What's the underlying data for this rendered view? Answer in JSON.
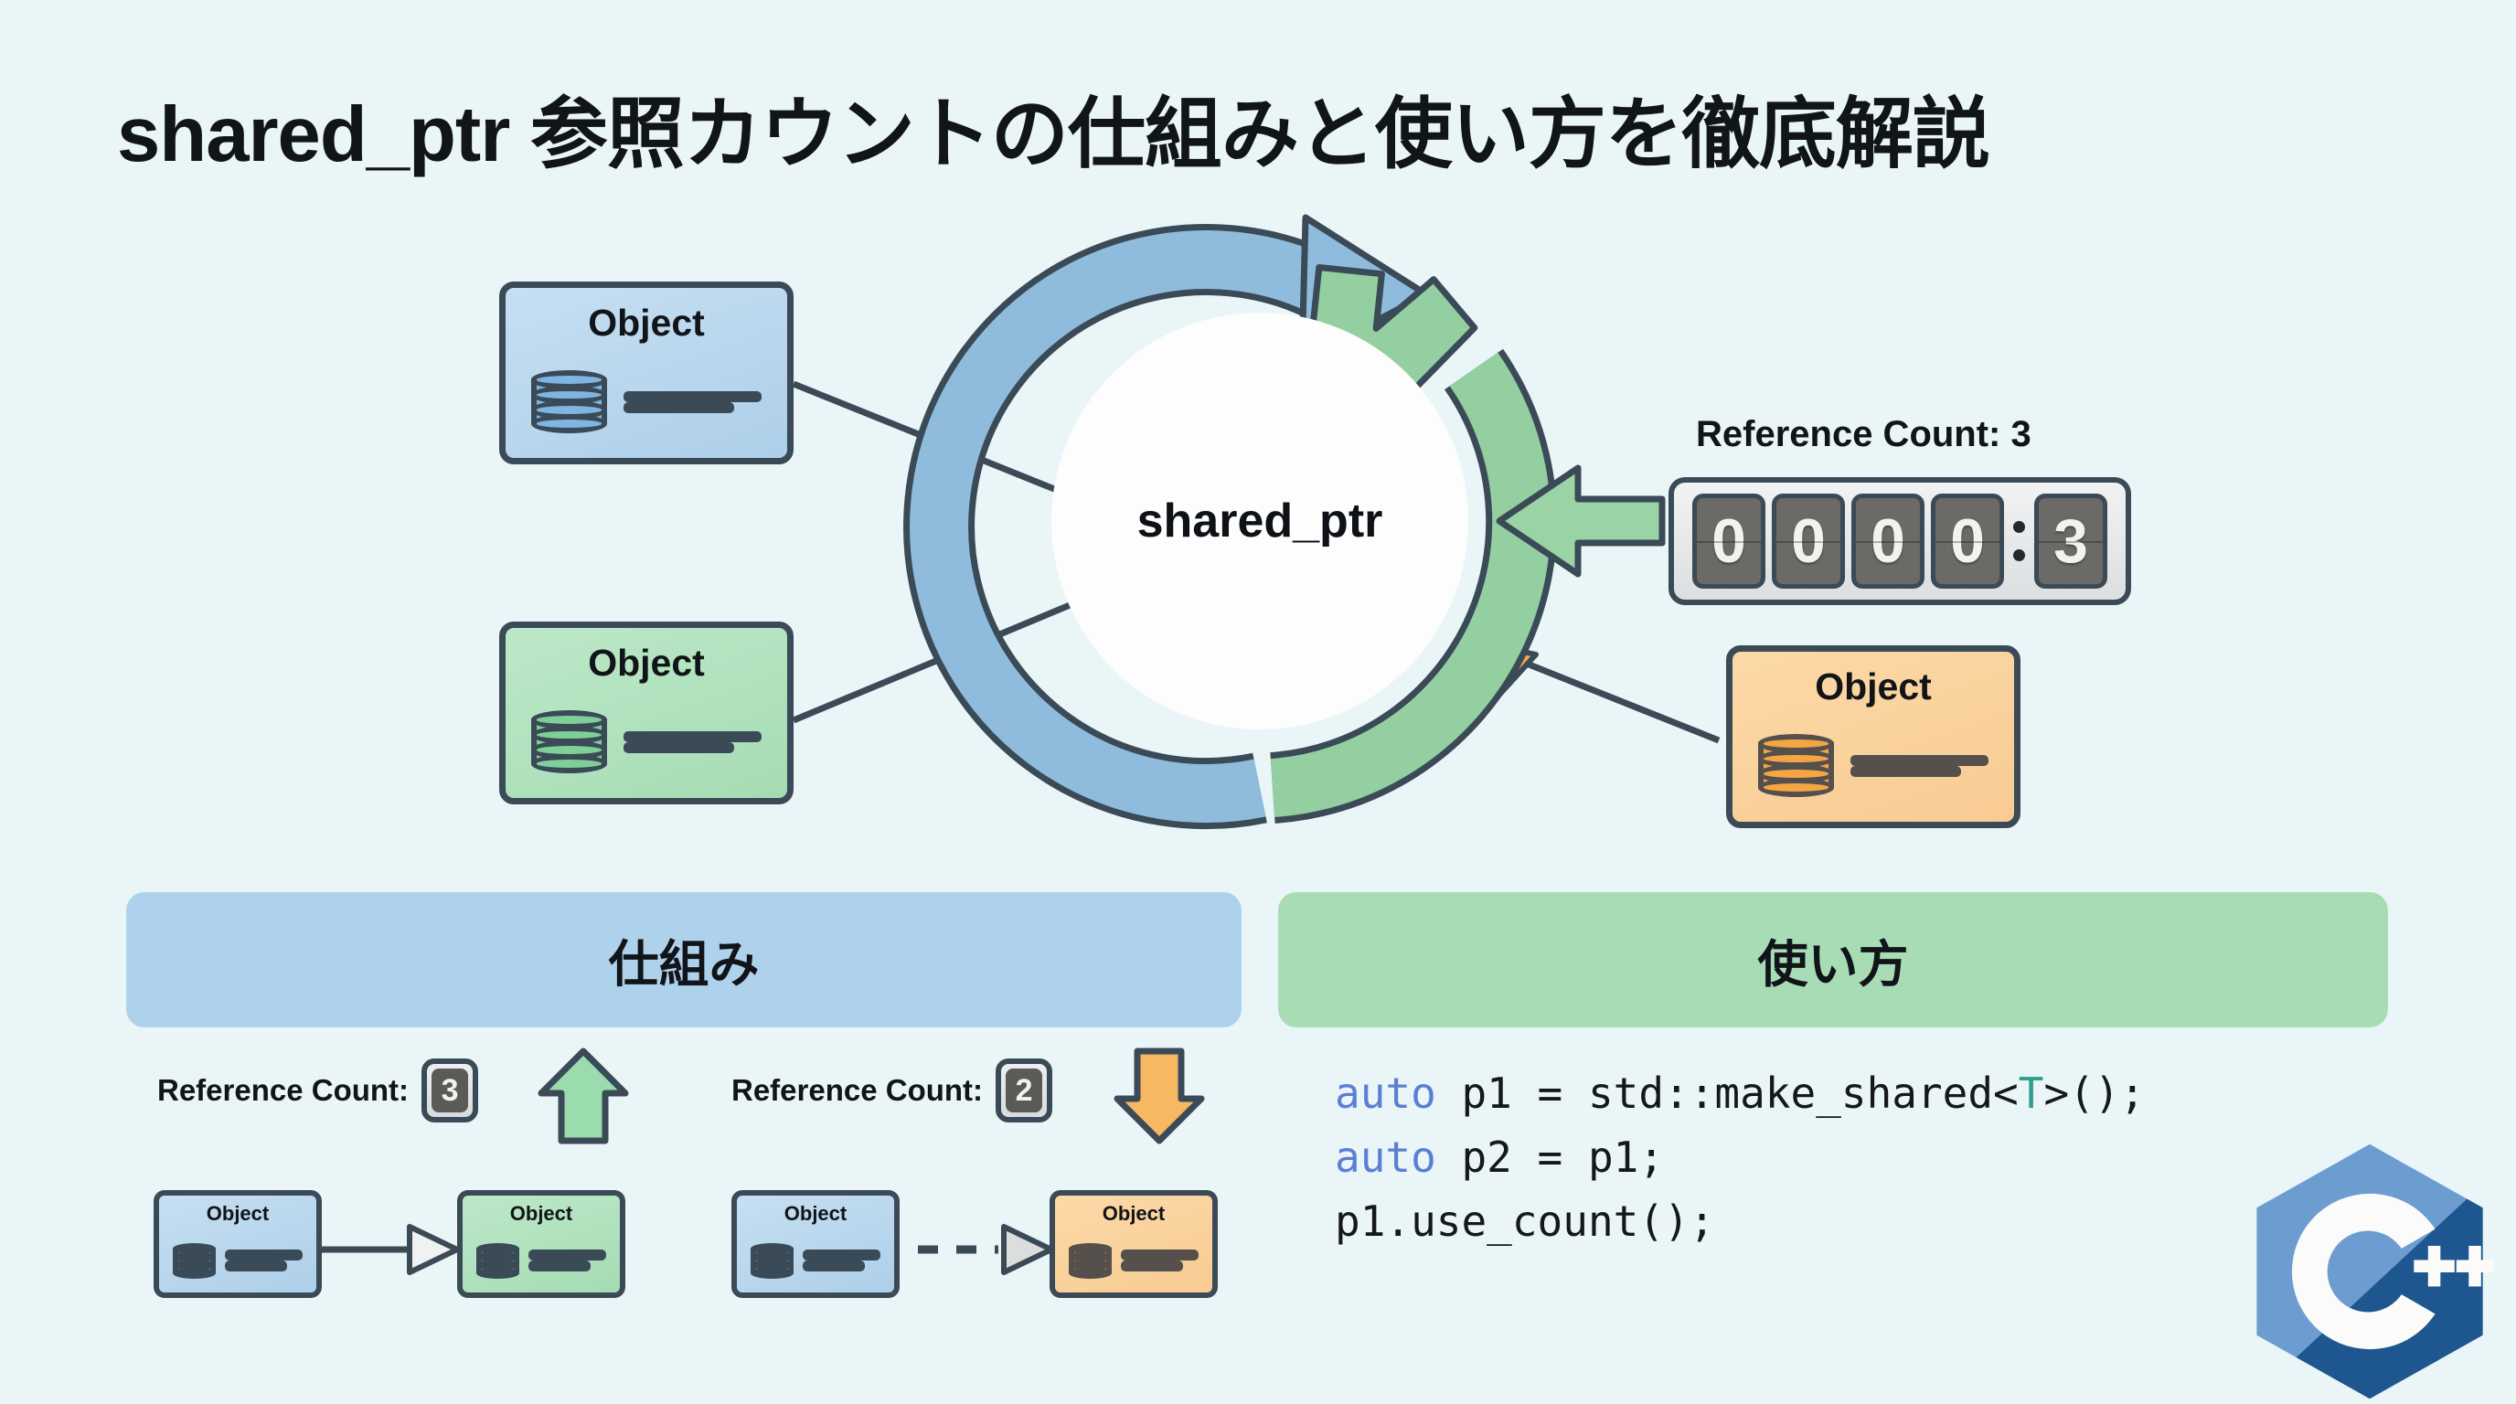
{
  "page": {
    "title": "shared_ptr 参照カウントの仕組みと使い方を徹底解説",
    "background_color": "#e9f5f7"
  },
  "diagram": {
    "center_label": "shared_ptr",
    "ring": {
      "arc_in_color": "#8fbcdd",
      "arc_out_color": "#94ceа0",
      "stroke_color": "#3b4a57"
    },
    "objects": [
      {
        "label": "Object",
        "variant": "blue",
        "position": "top-left"
      },
      {
        "label": "Object",
        "variant": "green",
        "position": "bottom-left"
      },
      {
        "label": "Object",
        "variant": "orange",
        "position": "right"
      }
    ],
    "counter": {
      "caption": "Reference Count: 3",
      "digits": [
        "0",
        "0",
        "0",
        "0"
      ],
      "separator": ":",
      "value": "3"
    }
  },
  "sections": {
    "left": {
      "heading": "仕組み",
      "color": "#afd2ec"
    },
    "right": {
      "heading": "使い方",
      "color": "#a7dcb5"
    }
  },
  "mechanism": {
    "rows": [
      {
        "label": "Reference Count:",
        "count": "3",
        "arrow": "up-arrow-icon",
        "arrow_color": "#9bdcae",
        "from_object": "Object",
        "to_object": "Object",
        "link_style": "solid"
      },
      {
        "label": "Reference Count:",
        "count": "2",
        "arrow": "down-arrow-icon",
        "arrow_color": "#f6b860",
        "from_object": "Object",
        "to_object": "Object",
        "link_style": "dashed"
      }
    ]
  },
  "code": {
    "lines": [
      {
        "kw": "auto",
        "rest": " p1 = std::make_shared<",
        "type": "T",
        "tail": ">();"
      },
      {
        "kw": "auto",
        "rest": " p2 = p1;",
        "type": "",
        "tail": ""
      },
      {
        "kw": "",
        "rest": "p1.use_count();",
        "type": "",
        "tail": ""
      }
    ],
    "line1_keyword": "auto",
    "line1_mid": " p1 = std::make_shared<",
    "line1_type": "T",
    "line1_tail": ">();",
    "line2_keyword": "auto",
    "line2_rest": " p2 = p1;",
    "line3_text": "p1.use_count();"
  },
  "logo": {
    "name": "cpp-logo",
    "letter": "C",
    "plus": "++"
  }
}
